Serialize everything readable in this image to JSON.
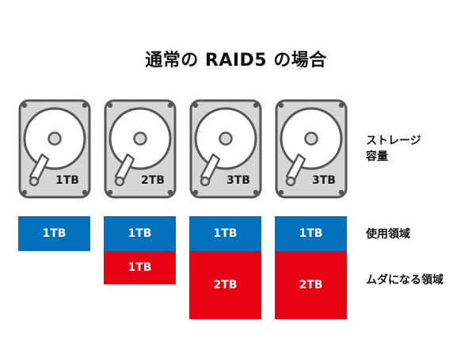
{
  "title": "通常の RAID5 の場合",
  "colors": {
    "used": "#0071bc",
    "wasted": "#e60012",
    "drive_fill": "#d6d6d6",
    "drive_stroke": "#555555"
  },
  "drives": [
    {
      "capacity": "1TB",
      "used": "1TB",
      "wasted": ""
    },
    {
      "capacity": "2TB",
      "used": "1TB",
      "wasted": "1TB"
    },
    {
      "capacity": "3TB",
      "used": "1TB",
      "wasted": "2TB"
    },
    {
      "capacity": "3TB",
      "used": "1TB",
      "wasted": "2TB"
    }
  ],
  "legend": {
    "capacity_line1": "ストレージ",
    "capacity_line2": "容量",
    "used": "使用領域",
    "wasted": "ムダになる領域"
  }
}
